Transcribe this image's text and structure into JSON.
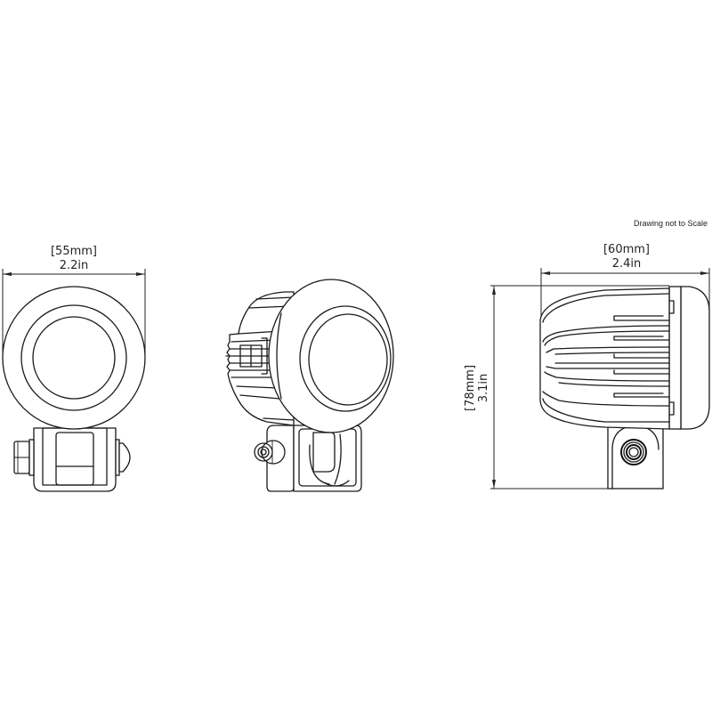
{
  "note": "Drawing not to Scale",
  "views": {
    "front": {
      "width_mm": "[55mm]",
      "width_in": "2.2in"
    },
    "perspective": {},
    "side": {
      "depth_mm": "[60mm]",
      "depth_in": "2.4in",
      "height_mm": "[78mm]",
      "height_in": "3.1in"
    }
  },
  "colors": {
    "line": "#1a1a1a",
    "background": "#ffffff"
  }
}
